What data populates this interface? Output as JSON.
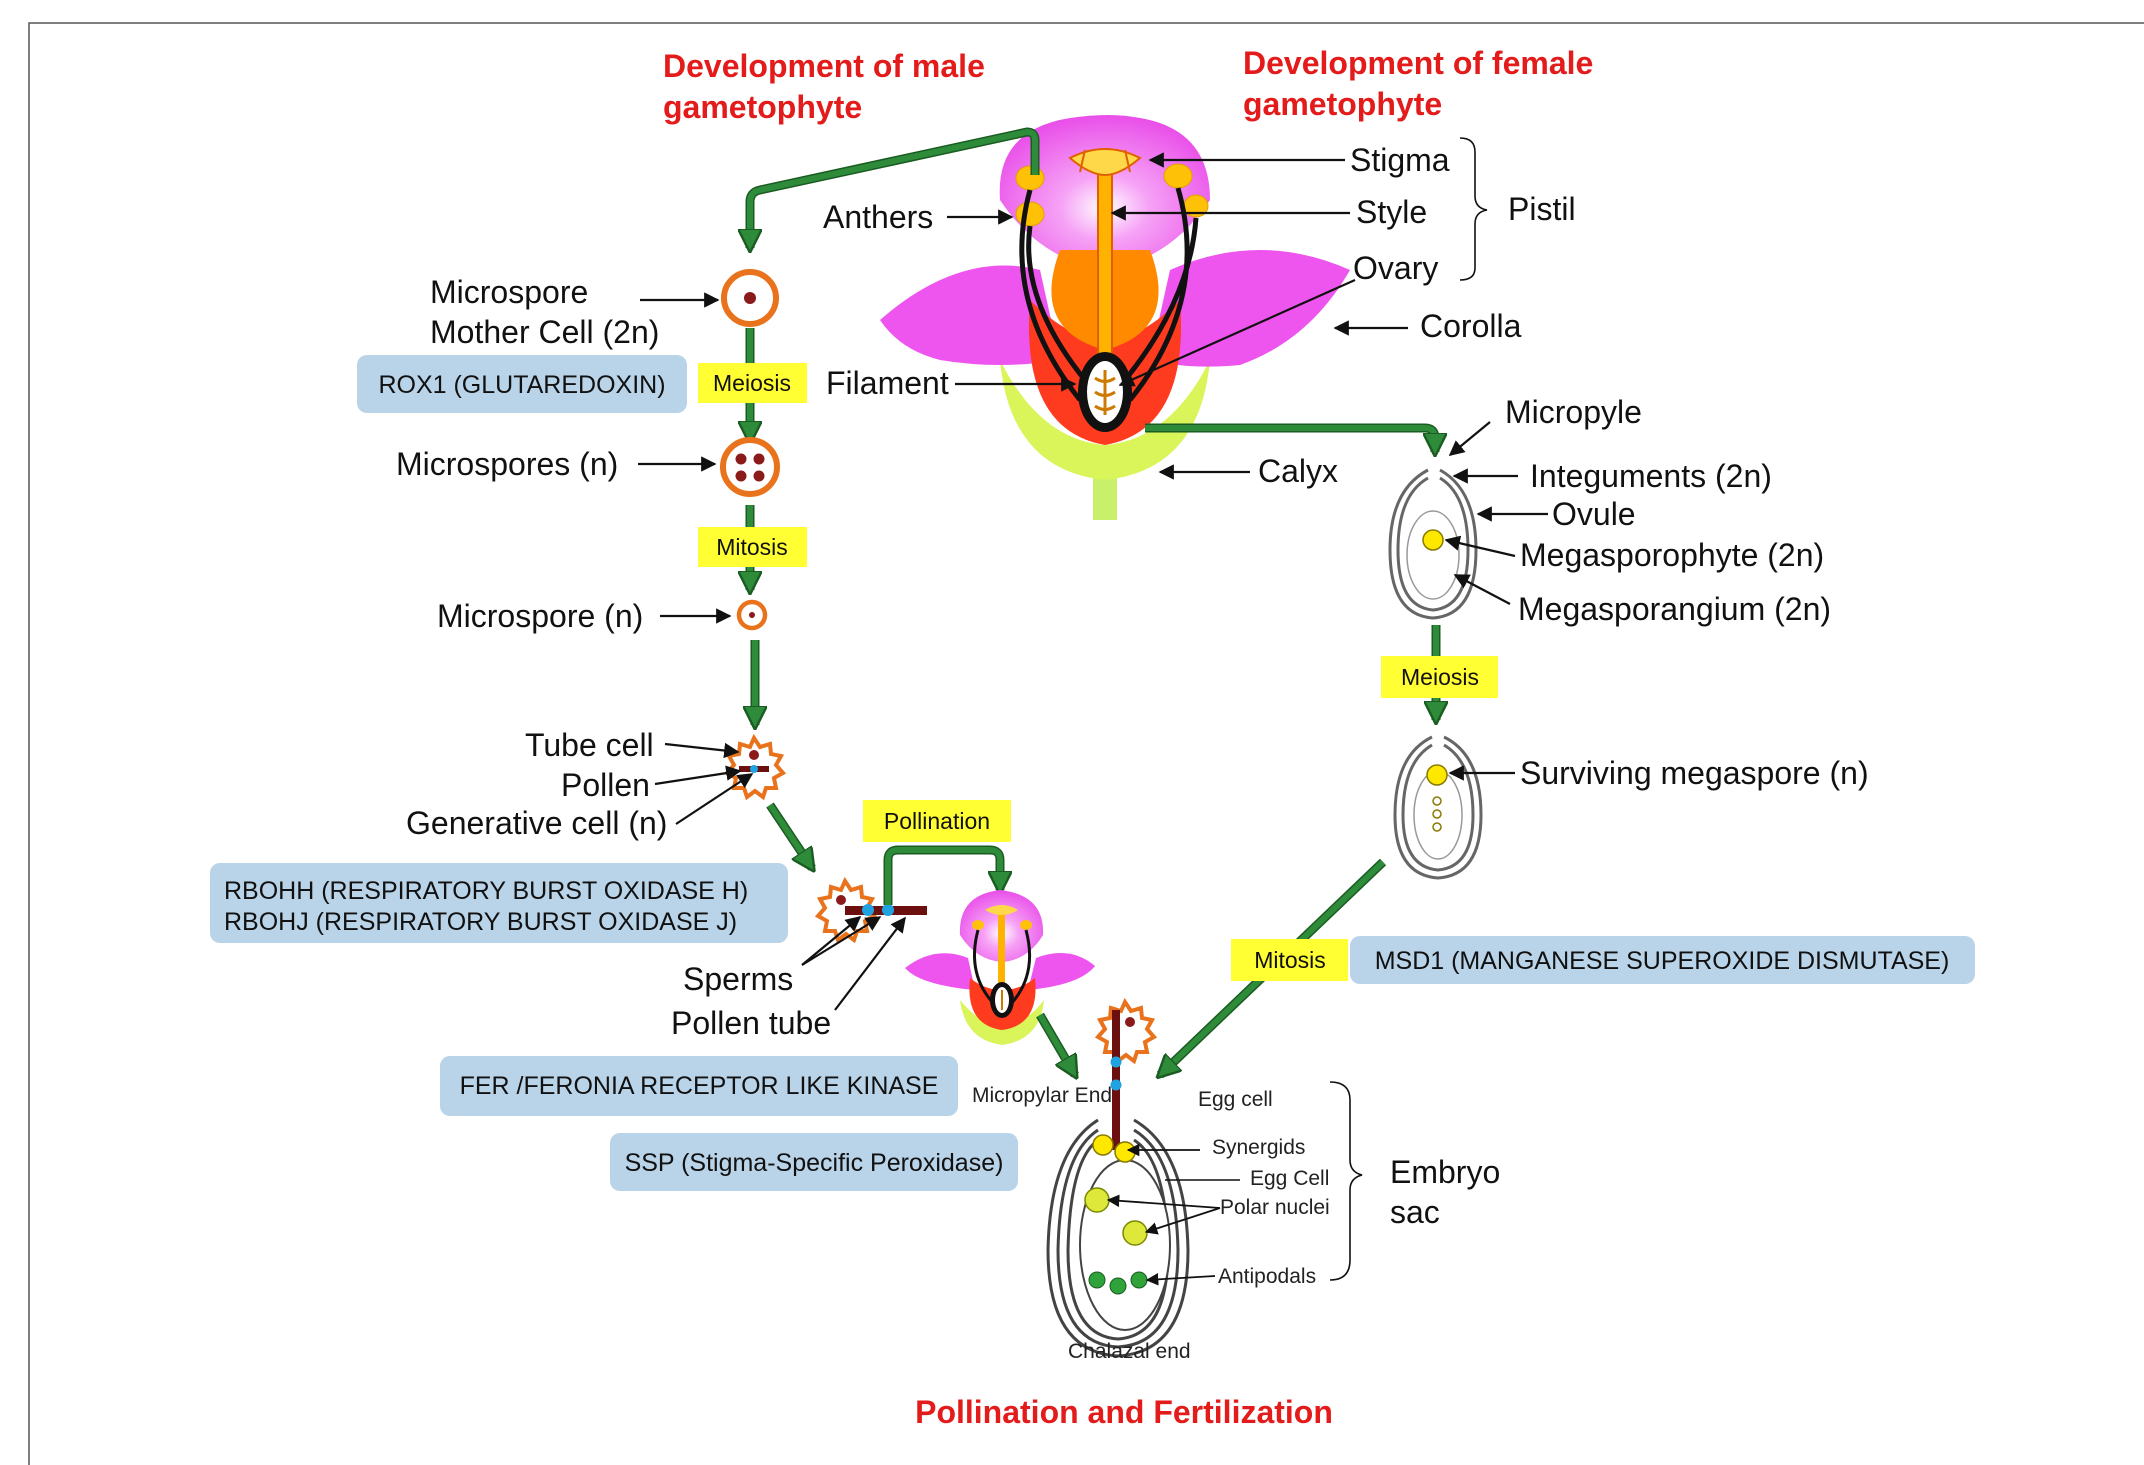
{
  "headings": {
    "male": [
      "Development of male",
      "gametophyte"
    ],
    "female": [
      "Development of female",
      "gametophyte"
    ],
    "bottom": "Pollination and Fertilization"
  },
  "flower_labels": {
    "stigma": "Stigma",
    "style": "Style",
    "ovary": "Ovary",
    "pistil": "Pistil",
    "anthers": "Anthers",
    "corolla": "Corolla",
    "filament": "Filament",
    "calyx": "Calyx"
  },
  "male_labels": {
    "mmc_line1": "Microspore",
    "mmc_line2": "Mother Cell (2n)",
    "microspores": "Microspores (n)",
    "microspore": "Microspore (n)",
    "tube_cell": "Tube cell",
    "pollen": "Pollen",
    "generative": "Generative cell (n)",
    "sperms": "Sperms",
    "pollen_tube": "Pollen tube"
  },
  "female_labels": {
    "micropyle": "Micropyle",
    "integuments": "Integuments (2n)",
    "ovule": "Ovule",
    "megasporophyte": "Megasporophyte (2n)",
    "megasporangium": "Megasporangium (2n)",
    "surviving": "Surviving megaspore (n)"
  },
  "embryo_labels": {
    "micropylar_end": "Micropylar End",
    "egg_cell_top": "Egg cell",
    "synergids": "Synergids",
    "egg_cell": "Egg Cell",
    "polar_nuclei": "Polar nuclei",
    "antipodals": "Antipodals",
    "chalazal_end": "Chalazal end",
    "embryo_line1": "Embryo",
    "embryo_line2": "sac"
  },
  "steps": {
    "meiosis_male": "Meiosis",
    "mitosis_male": "Mitosis",
    "meiosis_female": "Meiosis",
    "mitosis_female": "Mitosis",
    "pollination": "Pollination"
  },
  "genes": {
    "rox1": "ROX1 (GLUTAREDOXIN)",
    "rbohh": "RBOHH (RESPIRATORY BURST OXIDASE H)",
    "rbohj": "RBOHJ (RESPIRATORY BURST OXIDASE J)",
    "fer": "FER /FERONIA RECEPTOR LIKE KINASE",
    "ssp": "SSP (Stigma-Specific Peroxidase)",
    "msd1": "MSD1 (MANGANESE SUPEROXIDE DISMUTASE)"
  },
  "colors": {
    "arrow_green": "#2e8b3a",
    "gene_box": "#b9d3e8",
    "step_box": "#ffff33",
    "heading_red": "#e31b1b",
    "petal": "#ee55ee",
    "cell_orange": "#e8731c"
  }
}
